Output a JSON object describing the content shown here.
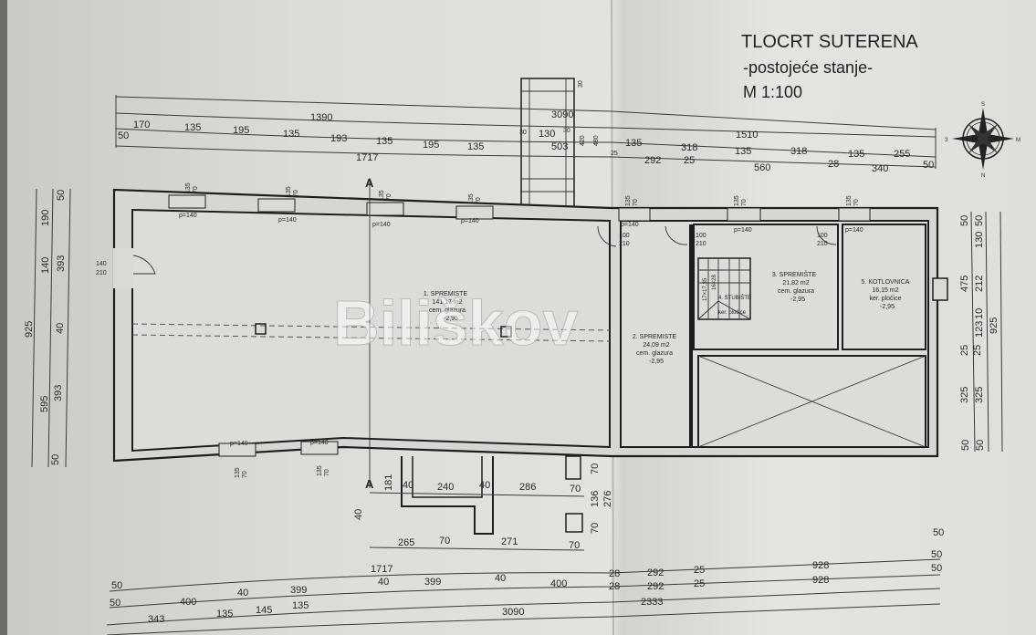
{
  "title": {
    "line1": "TLOCRT SUTERENA",
    "line2": "-postojeće stanje-",
    "line3": "M 1:100"
  },
  "watermark": "Biliškov",
  "compass": {
    "west": "З",
    "east": "M",
    "north_top": "S",
    "south_bottom": "N"
  },
  "section_marker": "A",
  "rooms": [
    {
      "name": "1. SPREMISTE",
      "area": "141,17 m2",
      "finish": "cem. glazura",
      "level": "-2,95"
    },
    {
      "name": "2. SPREMISTE",
      "area": "24,09 m2",
      "finish": "cem. glazura",
      "level": "-2,95"
    },
    {
      "name": "3. SPREMIŠTE",
      "area": "21,82 m2",
      "finish": "cem. glazura",
      "level": "-2,95"
    },
    {
      "name": "5. KOTLOVNICA",
      "area": "16,15 m2",
      "finish": "ker. pločice",
      "level": "-2,95"
    }
  ],
  "stair": {
    "rise": "17×17,35",
    "tread": "16×28",
    "name": "4. STUBIŠTE",
    "finish": "ker. pločice"
  },
  "openings": {
    "window": "p=140",
    "w_h": "135",
    "w_w": "70",
    "door_w": "100",
    "door_h": "210",
    "main_door_w": "140",
    "main_door_h": "210"
  },
  "dims_top": [
    "1390",
    "3090",
    "170",
    "135",
    "195",
    "135",
    "193",
    "135",
    "195",
    "135",
    "50",
    "1717",
    "30",
    "130",
    "30",
    "503",
    "420",
    "480",
    "30"
  ],
  "dims_top_right": [
    "1510",
    "135",
    "318",
    "135",
    "318",
    "135",
    "255",
    "25",
    "292",
    "25",
    "560",
    "28",
    "340",
    "50"
  ],
  "dims_left": [
    "925",
    "190",
    "140",
    "595",
    "50",
    "393",
    "40",
    "393",
    "50"
  ],
  "dims_right": [
    "50",
    "50",
    "130",
    "475",
    "212",
    "10",
    "123",
    "925",
    "25",
    "25",
    "325",
    "325",
    "50",
    "50"
  ],
  "dims_terrace": [
    "181",
    "40",
    "40",
    "240",
    "40",
    "286",
    "70",
    "70",
    "136",
    "276",
    "70",
    "265",
    "70",
    "271",
    "70"
  ],
  "dims_bottom": [
    "1717",
    "50",
    "40",
    "399",
    "40",
    "400",
    "50",
    "400",
    "40",
    "399",
    "343",
    "135",
    "145",
    "135",
    "3090"
  ],
  "dims_bottom_right": [
    "28",
    "292",
    "25",
    "928",
    "50",
    "50",
    "28",
    "292",
    "25",
    "928",
    "2333",
    "50"
  ]
}
